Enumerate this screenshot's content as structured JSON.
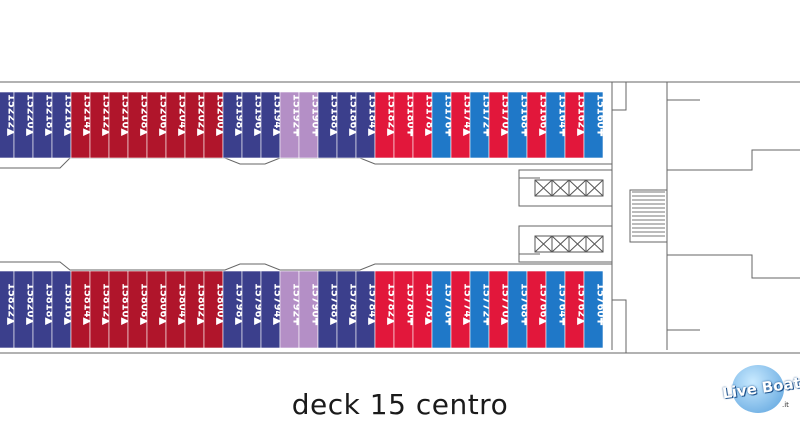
{
  "title": "deck 15 centro",
  "logo": {
    "text": "Live Boat",
    "suffix": ".it"
  },
  "colors": {
    "navy": "#3b3f8c",
    "red": "#e2173b",
    "darkred": "#b0152b",
    "lilac": "#b48fc6",
    "blue": "#1f78c8",
    "outline": "#555555"
  },
  "cabins_top": [
    {
      "label": "15222▲",
      "color": "navy"
    },
    {
      "label": "15220▲",
      "color": "navy"
    },
    {
      "label": "15218▲",
      "color": "navy"
    },
    {
      "label": "15216▲",
      "color": "navy"
    },
    {
      "label": "15214▲",
      "color": "darkred"
    },
    {
      "label": "15212▲",
      "color": "darkred"
    },
    {
      "label": "15210▲",
      "color": "darkred"
    },
    {
      "label": "15208▲",
      "color": "darkred"
    },
    {
      "label": "15206▲",
      "color": "darkred"
    },
    {
      "label": "15204▲",
      "color": "darkred"
    },
    {
      "label": "15202▲",
      "color": "darkred"
    },
    {
      "label": "15200▲",
      "color": "darkred"
    },
    {
      "label": "15198▲",
      "color": "navy"
    },
    {
      "label": "15196▲",
      "color": "navy"
    },
    {
      "label": "15194▲",
      "color": "navy"
    },
    {
      "label": "15192✚",
      "color": "lilac"
    },
    {
      "label": "15190✚",
      "color": "lilac"
    },
    {
      "label": "15188▲",
      "color": "navy"
    },
    {
      "label": "15186▲",
      "color": "navy"
    },
    {
      "label": "15184▲",
      "color": "navy"
    },
    {
      "label": "15182▲",
      "color": "red"
    },
    {
      "label": "15180✚",
      "color": "red"
    },
    {
      "label": "15178▲",
      "color": "red"
    },
    {
      "label": "15176✚",
      "color": "blue"
    },
    {
      "label": "15174▲",
      "color": "red"
    },
    {
      "label": "15172✚",
      "color": "blue"
    },
    {
      "label": "15170▲",
      "color": "red"
    },
    {
      "label": "15168✚",
      "color": "blue"
    },
    {
      "label": "15166▲",
      "color": "red"
    },
    {
      "label": "15164✚",
      "color": "blue"
    },
    {
      "label": "15162▲",
      "color": "red"
    },
    {
      "label": "15160✚",
      "color": "blue"
    }
  ],
  "cabins_bottom": [
    {
      "label": "15822▲",
      "color": "navy"
    },
    {
      "label": "15820▲",
      "color": "navy"
    },
    {
      "label": "15818▲",
      "color": "navy"
    },
    {
      "label": "15816▲",
      "color": "navy"
    },
    {
      "label": "15814▲",
      "color": "darkred"
    },
    {
      "label": "15812▲",
      "color": "darkred"
    },
    {
      "label": "15810▲",
      "color": "darkred"
    },
    {
      "label": "15808▲",
      "color": "darkred"
    },
    {
      "label": "15806▲",
      "color": "darkred"
    },
    {
      "label": "15804▲",
      "color": "darkred"
    },
    {
      "label": "15802▲",
      "color": "darkred"
    },
    {
      "label": "15800▲",
      "color": "darkred"
    },
    {
      "label": "15798▲",
      "color": "navy"
    },
    {
      "label": "15796▲",
      "color": "navy"
    },
    {
      "label": "15794▲",
      "color": "navy"
    },
    {
      "label": "15792✚",
      "color": "lilac"
    },
    {
      "label": "15790✚",
      "color": "lilac"
    },
    {
      "label": "15788▲",
      "color": "navy"
    },
    {
      "label": "15786▲",
      "color": "navy"
    },
    {
      "label": "15784▲",
      "color": "navy"
    },
    {
      "label": "15782▲",
      "color": "red"
    },
    {
      "label": "15780✚",
      "color": "red"
    },
    {
      "label": "15778▲",
      "color": "red"
    },
    {
      "label": "15776✚",
      "color": "blue"
    },
    {
      "label": "15774▲",
      "color": "red"
    },
    {
      "label": "15772✚",
      "color": "blue"
    },
    {
      "label": "15770▲",
      "color": "red"
    },
    {
      "label": "15768✚",
      "color": "blue"
    },
    {
      "label": "15766▲",
      "color": "red"
    },
    {
      "label": "15764✚",
      "color": "blue"
    },
    {
      "label": "15762▲",
      "color": "red"
    },
    {
      "label": "15760✚",
      "color": "blue"
    }
  ]
}
